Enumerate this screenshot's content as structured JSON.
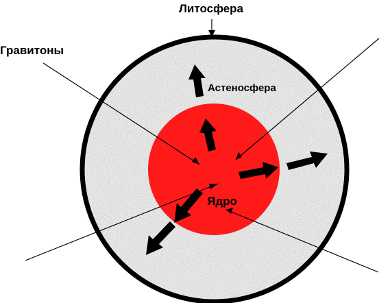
{
  "labels": {
    "lithosphere": "Литосфера",
    "gravitons": "Гравитоны",
    "asthenosphere": "Астеносфера",
    "core": "Ядро"
  },
  "colors": {
    "background": "#ffffff",
    "shell_outline": "#000000",
    "mantle_base": "#b8b8b8",
    "core": "#ff1a1a",
    "arrows": "#000000",
    "lines": "#000000"
  }
}
